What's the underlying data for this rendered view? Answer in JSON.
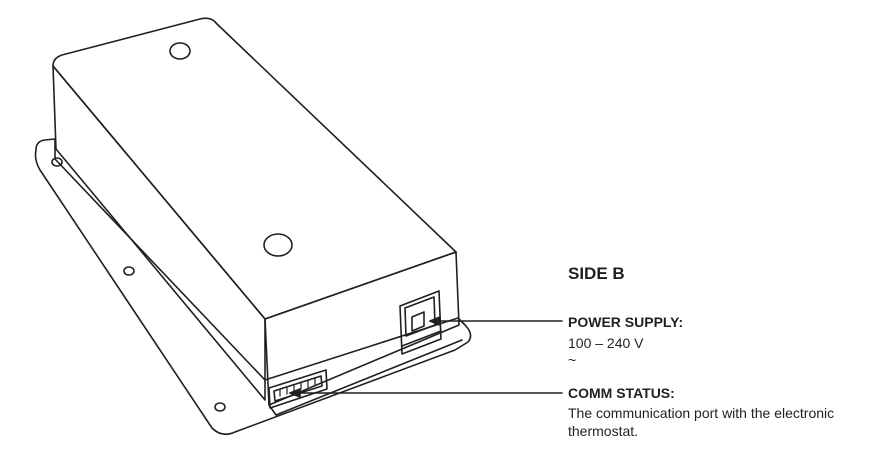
{
  "side_title": "SIDE B",
  "power_supply": {
    "title": "POWER SUPPLY:",
    "range": "100 – 240 V",
    "ac_symbol": "~"
  },
  "comm_status": {
    "title": "COMM STATUS:",
    "description": "The communication port with the electronic thermostat."
  },
  "colors": {
    "line": "#231f20",
    "background": "#ffffff"
  }
}
